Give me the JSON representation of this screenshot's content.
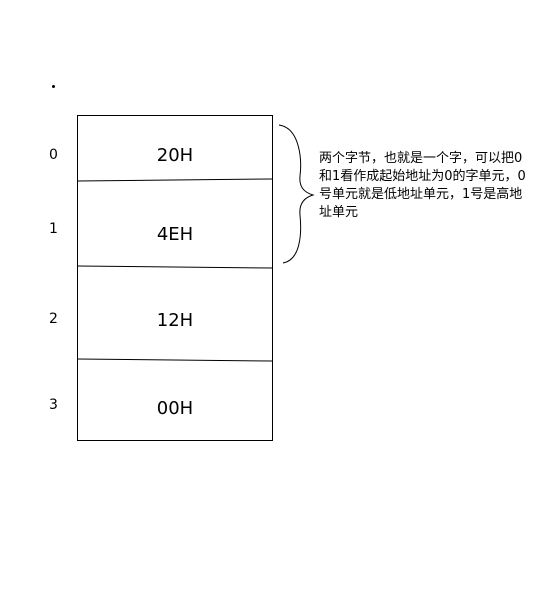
{
  "cells": [
    {
      "address": "0",
      "value": "20H"
    },
    {
      "address": "1",
      "value": "4EH"
    },
    {
      "address": "2",
      "value": "12H"
    },
    {
      "address": "3",
      "value": "00H"
    }
  ],
  "annotation": {
    "text": "两个字节，也就是一个字，可以把0和1看作成起始地址为0的字单元，0号单元就是低地址单元，1号是高地址单元"
  },
  "colors": {
    "line": "#000000",
    "background": "#ffffff"
  }
}
